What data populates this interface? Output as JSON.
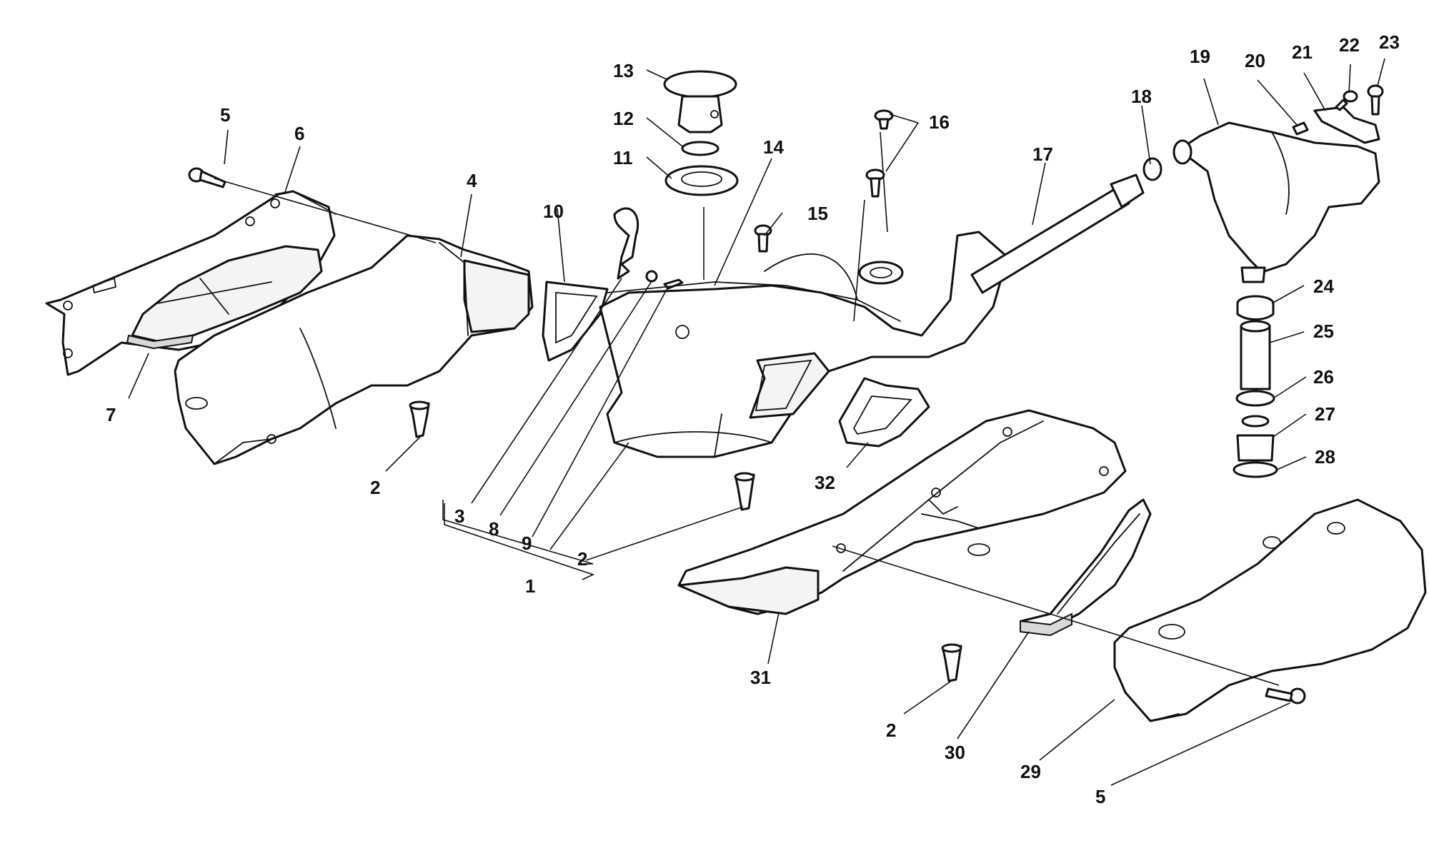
{
  "diagram": {
    "callouts": [
      "1",
      "2",
      "2",
      "2",
      "3",
      "4",
      "5",
      "5",
      "6",
      "7",
      "8",
      "9",
      "10",
      "11",
      "12",
      "13",
      "14",
      "15",
      "16",
      "17",
      "18",
      "19",
      "20",
      "21",
      "22",
      "23",
      "24",
      "25",
      "26",
      "27",
      "28",
      "29",
      "30",
      "31",
      "32"
    ]
  },
  "colors": {
    "ink": "#111111",
    "background": "#ffffff"
  }
}
